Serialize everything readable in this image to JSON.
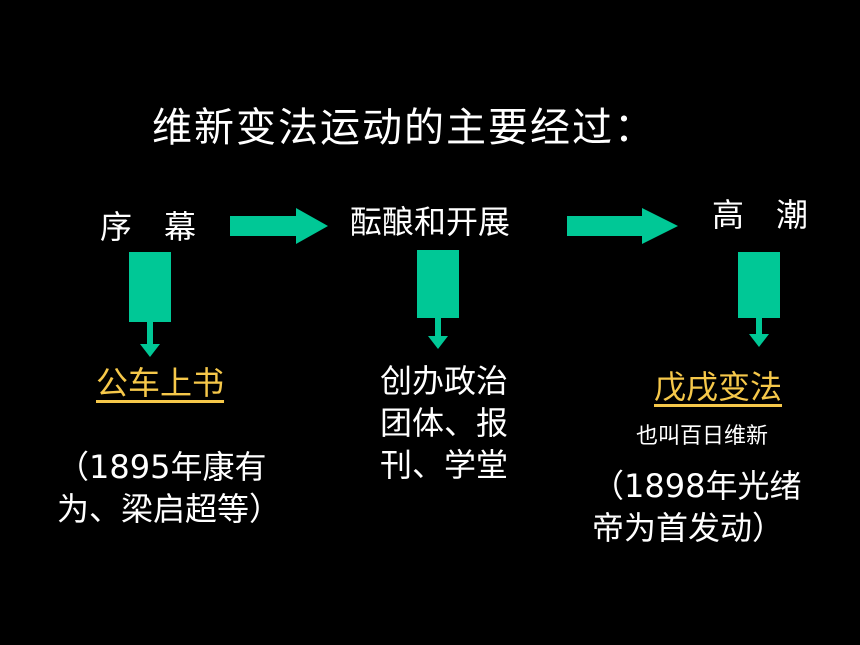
{
  "title": "维新变法运动的主要经过：",
  "stages": [
    {
      "name": "序　幕",
      "event": "公车上书",
      "note": "（1895年康有\n为、梁启超等）"
    },
    {
      "name": "酝酿和开展",
      "event": "创办政治\n团体、报\n刊、学堂"
    },
    {
      "name": "高　潮",
      "event": "戊戌变法",
      "alias": "也叫百日维新",
      "note": "（1898年光绪\n帝为首发动）"
    }
  ],
  "colors": {
    "background": "#000000",
    "arrow": "#00c896",
    "text": "#ffffff",
    "highlight": "#f6c84a"
  }
}
